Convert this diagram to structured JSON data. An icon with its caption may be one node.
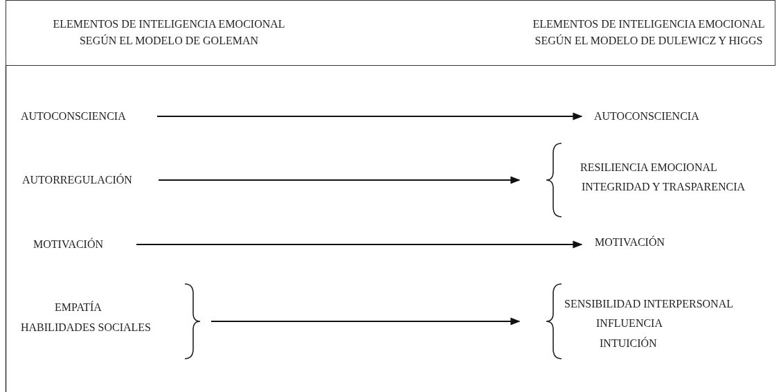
{
  "diagram": {
    "nodes": [
      {
        "text": [
          "ELEMENTOS DE INTELIGENCIA EMOCIONAL SEGÚN EL MODELO DE GOLEMAN",
          "ELEMENTOS DE INTELIGENCIA EMOCIONAL SEGÚN EL MODELO DE DULEWICZ Y HIGGS"
        ]
      },
      {
        "text": [
          "AUTOCONSCIENCIA"
        ]
      },
      {
        "text": [
          "AUTOCONSCIENCIA"
        ]
      },
      {
        "text": [
          "AUTORREGULACIÓN"
        ]
      },
      {
        "text": [
          "RESILIENCIA EMOCIONAL",
          "INTEGRIDAD Y TRASPARENCIA"
        ]
      },
      {
        "text": [
          "MOTIVACIÓN"
        ]
      },
      {
        "text": [
          "MOTIVACIÓN"
        ]
      },
      {
        "text": [
          "EMPATÍA",
          "HABILIDADES SOCIALES"
        ]
      },
      {
        "text": [
          "SENSIBILIDAD INTERPERSONAL",
          "INFLUENCIA",
          "INTUICIÓN"
        ]
      }
    ],
    "edges": [
      {
        "from": 1,
        "to": 2,
        "arrow": "to"
      },
      {
        "from": 3,
        "to": 4,
        "arrow": "to"
      },
      {
        "from": 5,
        "to": 6,
        "arrow": "to"
      },
      {
        "from": 7,
        "to": 8,
        "arrow": "to"
      }
    ]
  }
}
